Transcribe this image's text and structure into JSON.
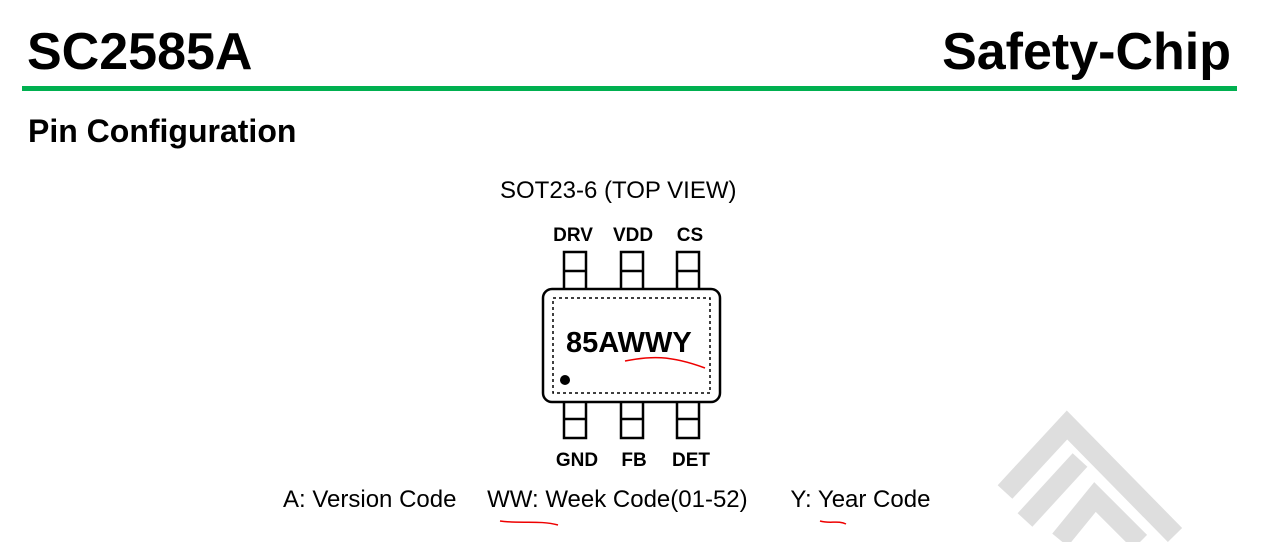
{
  "header": {
    "part_number": "SC2585A",
    "category": "Safety-Chip",
    "rule_color": "#00b050"
  },
  "section": {
    "title": "Pin Configuration"
  },
  "diagram": {
    "package": "SOT23-6 (TOP VIEW)",
    "top_pins": [
      "DRV",
      "VDD",
      "CS"
    ],
    "bottom_pins": [
      "GND",
      "FB",
      "DET"
    ],
    "marking": "85AWWY"
  },
  "legend": {
    "version": "A: Version Code",
    "week": "WW: Week Code(01-52)",
    "year": "Y: Year Code"
  }
}
